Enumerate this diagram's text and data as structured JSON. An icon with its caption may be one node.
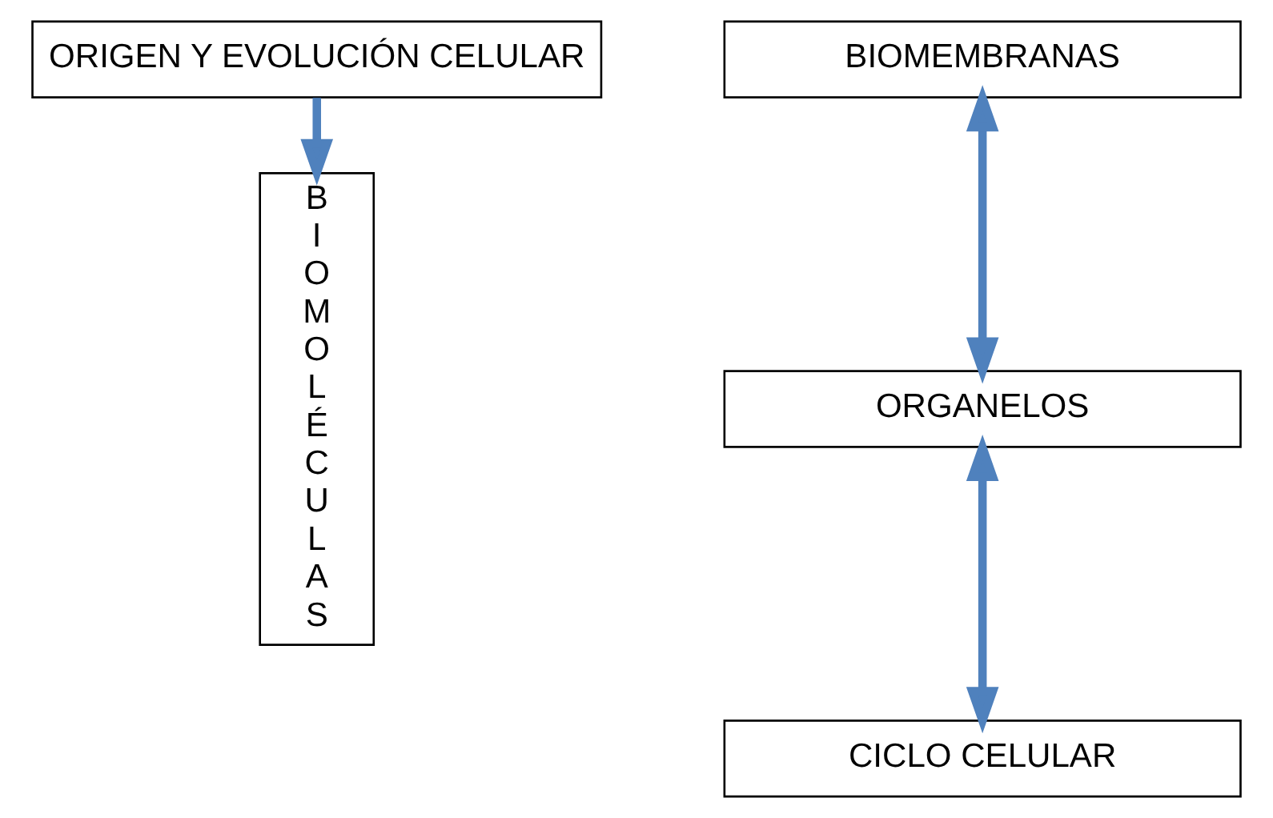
{
  "diagram": {
    "nodes": [
      {
        "text": [
          "ORIGEN Y EVOLUCIÓN CELULAR"
        ]
      },
      {
        "text": [
          "BIOMOLÉCULAS"
        ]
      },
      {
        "text": [
          "BIOMEMBRANAS"
        ]
      },
      {
        "text": [
          "ORGANELOS"
        ]
      },
      {
        "text": [
          "CICLO CELULAR"
        ]
      }
    ],
    "edges": [
      {
        "from": 0,
        "to": 1,
        "arrow": "to"
      },
      {
        "from": 2,
        "to": 3,
        "arrow": "both"
      },
      {
        "from": 3,
        "to": 4,
        "arrow": "both"
      }
    ]
  }
}
